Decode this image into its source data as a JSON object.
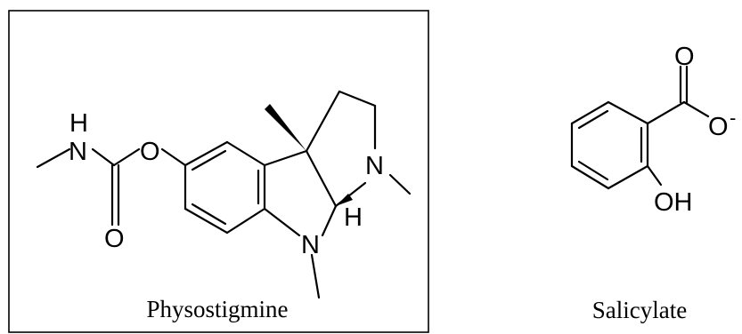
{
  "structures": {
    "physostigmine": {
      "name": "Physostigmine",
      "atoms": {
        "h_amide": "H",
        "n_amide": "N",
        "o_ester": "O",
        "o_carbonyl": "O",
        "n_pyrrolidine": "N",
        "n_indoline": "N",
        "h_stereo": "H"
      }
    },
    "salicylate": {
      "name": "Salicylate",
      "atoms": {
        "o_carbonyl": "O",
        "o_carboxylate": "O",
        "charge": "-",
        "hydroxyl": "OH"
      }
    }
  },
  "colors": {
    "ink": "#000000",
    "background": "#ffffff"
  }
}
